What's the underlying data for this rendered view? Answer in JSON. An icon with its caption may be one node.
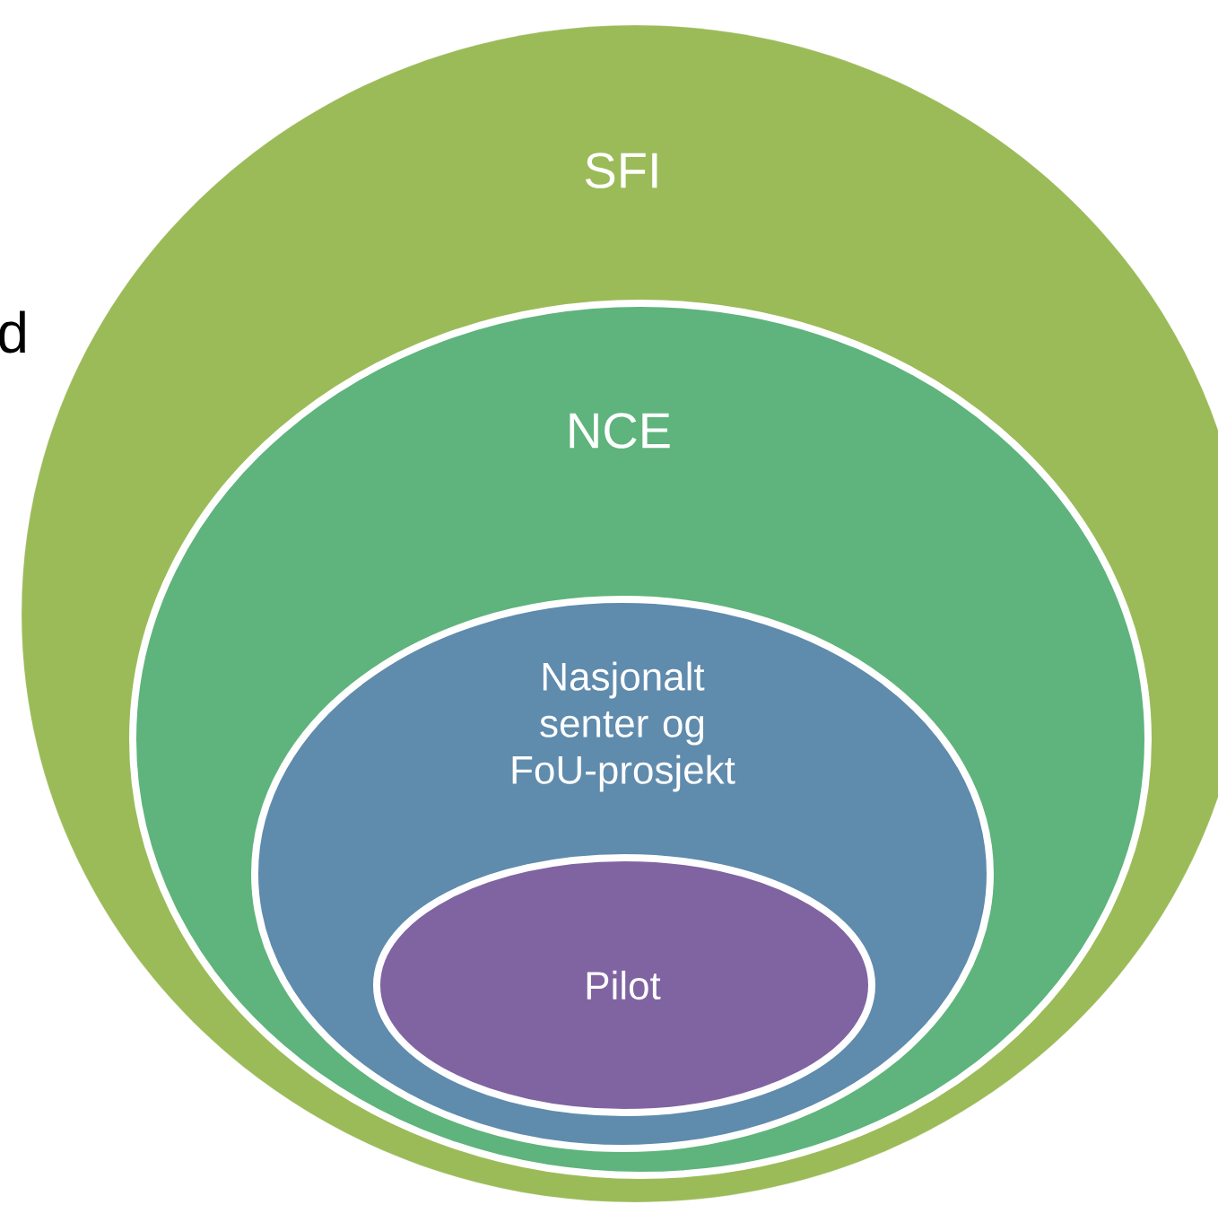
{
  "diagram": {
    "nodes": [
      {
        "text": [
          "SFI"
        ]
      },
      {
        "text": [
          "NCE"
        ],
        "in": 0
      },
      {
        "text": [
          "Nasjonalt senter og FoU-prosjekt"
        ],
        "in": 1
      },
      {
        "text": [
          "Pilot"
        ],
        "in": 2
      }
    ],
    "labels": [
      "d"
    ]
  }
}
